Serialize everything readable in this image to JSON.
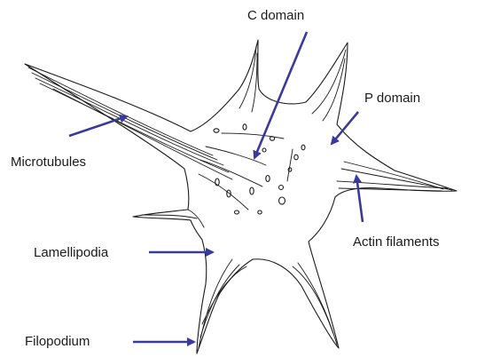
{
  "labels": {
    "c_domain": "C domain",
    "p_domain": "P domain",
    "microtubules": "Microtubules",
    "lamellipodia": "Lamellipodia",
    "actin_filaments": "Actin filaments",
    "filopodium": "Filopodium"
  },
  "colors": {
    "arrow": "#3a3a9a",
    "outline": "#1a1a1a",
    "background": "#ffffff"
  }
}
